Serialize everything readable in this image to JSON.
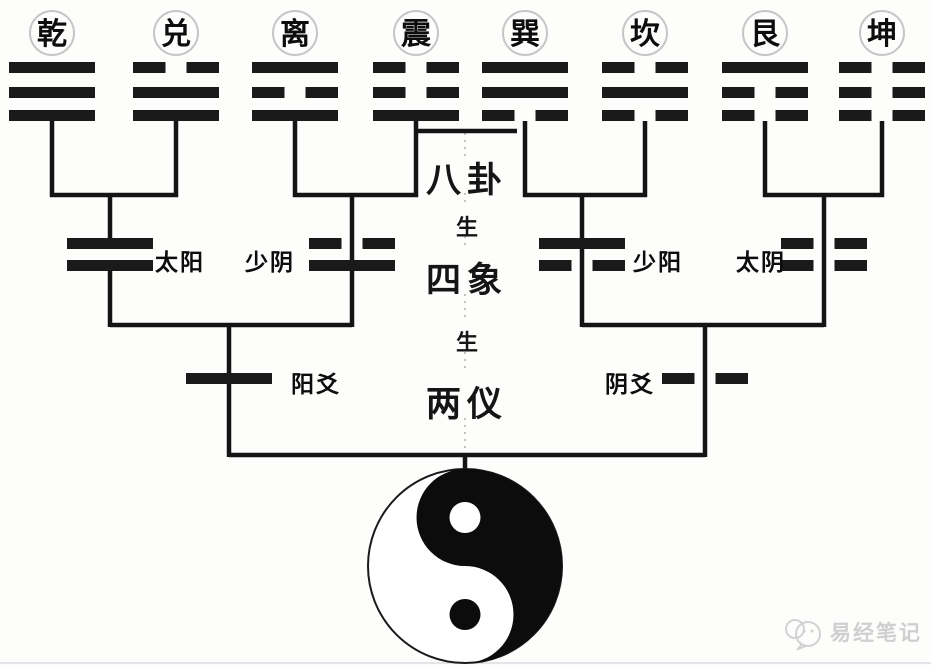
{
  "diagram": {
    "center_labels": {
      "bagua": "八卦",
      "sheng1": "生",
      "sixiang": "四象",
      "sheng2": "生",
      "liangyi": "两仪"
    },
    "trigrams": [
      {
        "name": "乾",
        "lines": [
          "solid",
          "solid",
          "solid"
        ]
      },
      {
        "name": "兑",
        "lines": [
          "broken",
          "solid",
          "solid"
        ]
      },
      {
        "name": "离",
        "lines": [
          "solid",
          "broken",
          "solid"
        ]
      },
      {
        "name": "震",
        "lines": [
          "broken",
          "broken",
          "solid"
        ]
      },
      {
        "name": "巽",
        "lines": [
          "solid",
          "solid",
          "broken"
        ]
      },
      {
        "name": "坎",
        "lines": [
          "broken",
          "solid",
          "broken"
        ]
      },
      {
        "name": "艮",
        "lines": [
          "solid",
          "broken",
          "broken"
        ]
      },
      {
        "name": "坤",
        "lines": [
          "broken",
          "broken",
          "broken"
        ]
      }
    ],
    "four_images": [
      {
        "name": "太阳",
        "lines": [
          "solid",
          "solid"
        ],
        "label_side": "right"
      },
      {
        "name": "少阴",
        "lines": [
          "broken",
          "solid"
        ],
        "label_side": "left"
      },
      {
        "name": "少阳",
        "lines": [
          "solid",
          "broken"
        ],
        "label_side": "right"
      },
      {
        "name": "太阴",
        "lines": [
          "broken",
          "broken"
        ],
        "label_side": "left"
      }
    ],
    "two_forms": [
      {
        "name": "阳爻",
        "line": "solid",
        "label_side": "right"
      },
      {
        "name": "阴爻",
        "line": "broken",
        "label_side": "left"
      }
    ],
    "taiji": {
      "name": "taiji-yin-yang-symbol"
    },
    "watermark": {
      "text": "易经笔记"
    }
  },
  "colors": {
    "line": "#1a1a1a",
    "connector": "#141414",
    "circle_ring": "#c6c6c6",
    "dashed_spine": "#b5b5b5",
    "watermark": "#cfcfcf"
  }
}
